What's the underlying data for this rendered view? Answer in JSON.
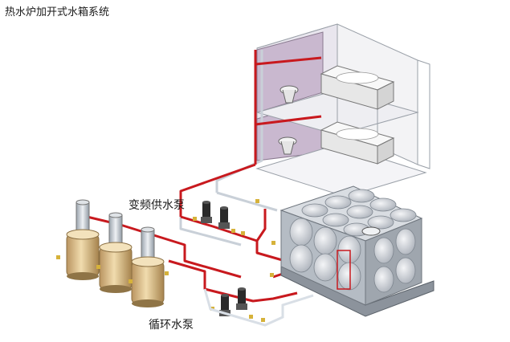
{
  "diagram": {
    "title": "热水炉加开式水箱系统",
    "labels": {
      "variable_pump": "变频供水泵",
      "circulation_pump": "循环水泵"
    },
    "colors": {
      "hot_pipe": "#c8191e",
      "cold_pipe": "#d9dfe6",
      "building_line": "#9aa0a8",
      "shower_panel": "#c9b8cf",
      "tank_panel": "#c3c8d0",
      "boiler_body": "#d9c08f",
      "pump": "#2a2a2a",
      "valve": "#d6b23a"
    },
    "icons": {
      "boiler": "water-heater-icon",
      "pump": "pump-icon",
      "tank": "water-tank-icon",
      "bathtub": "bathtub-icon",
      "toilet": "toilet-icon"
    }
  }
}
